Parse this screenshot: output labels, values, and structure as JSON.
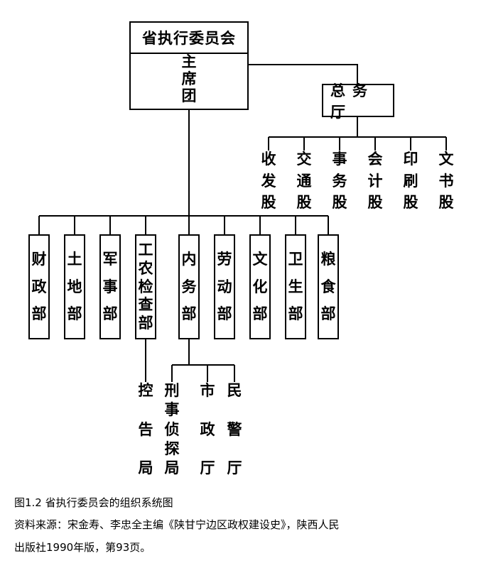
{
  "root": {
    "title": "省执行委员会",
    "presidium": "主席团"
  },
  "general_affairs": {
    "label": "总务厅",
    "units": [
      "收发股",
      "交通股",
      "事务股",
      "会计股",
      "印刷股",
      "文书股"
    ]
  },
  "departments": [
    "财政部",
    "土地部",
    "军事部",
    "工农检查部",
    "内务部",
    "劳动部",
    "文化部",
    "卫生部",
    "粮食部"
  ],
  "under_inspection": [
    "控告局"
  ],
  "under_interior": [
    "刑事侦探局",
    "市政厅",
    "民警厅"
  ],
  "caption": {
    "line1": "图1.2   省执行委员会的组织系统图",
    "line2": "资料来源：宋金寿、李忠全主编《陕甘宁边区政权建设史》，陕西人民",
    "line3": "出版社1990年版，第93页。"
  }
}
